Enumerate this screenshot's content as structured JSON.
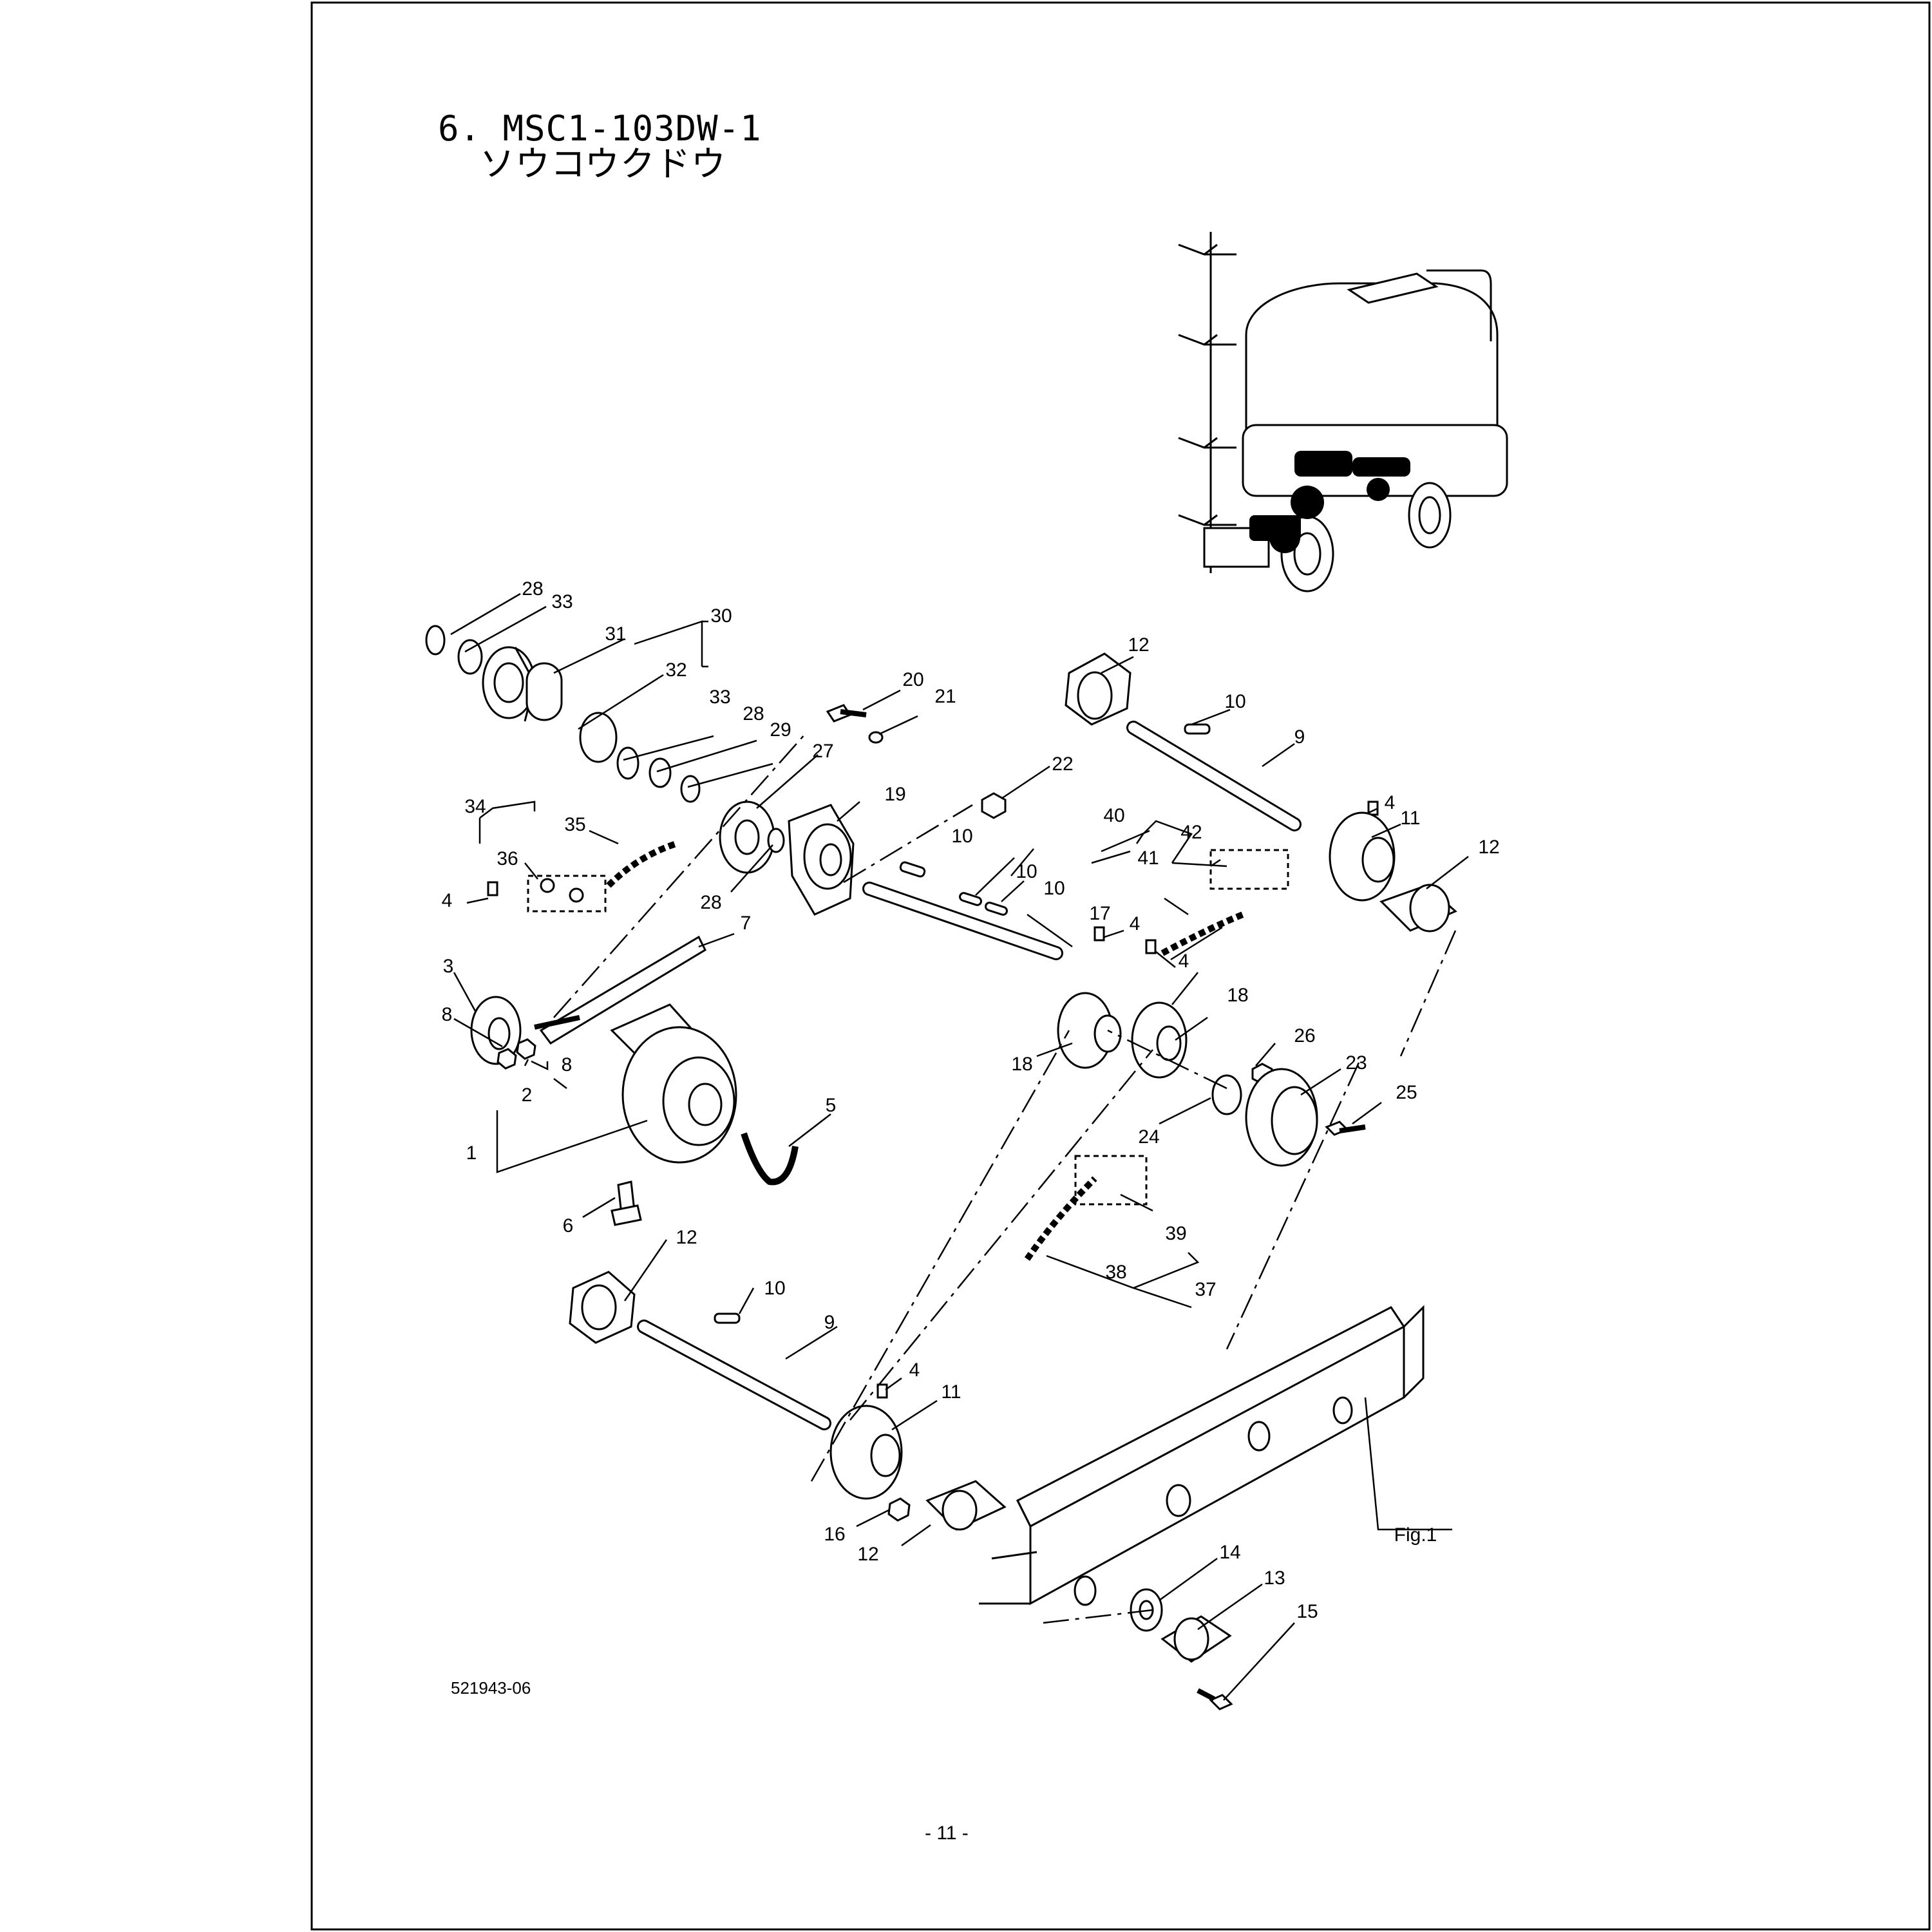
{
  "title": {
    "model": "6. MSC1-103DW-1",
    "subtitle": "ソウコウクドウ"
  },
  "doc_code": "521943-06",
  "page_number": "- 11 -",
  "figure_ref": "Fig.1",
  "callouts": {
    "c1": "1",
    "c2": "2",
    "c3": "3",
    "c4a": "4",
    "c4b": "4",
    "c4c": "4",
    "c4d": "4",
    "c4e": "4",
    "c5": "5",
    "c6": "6",
    "c7": "7",
    "c8a": "8",
    "c8b": "8",
    "c9a": "9",
    "c9b": "9",
    "c10a": "10",
    "c10b": "10",
    "c10c": "10",
    "c10d": "10",
    "c10e": "10",
    "c11a": "11",
    "c11b": "11",
    "c12a": "12",
    "c12b": "12",
    "c12c": "12",
    "c12d": "12",
    "c13": "13",
    "c14": "14",
    "c15": "15",
    "c16": "16",
    "c17": "17",
    "c18a": "18",
    "c18b": "18",
    "c19": "19",
    "c20": "20",
    "c21": "21",
    "c22": "22",
    "c23": "23",
    "c24": "24",
    "c25": "25",
    "c26": "26",
    "c27": "27",
    "c28a": "28",
    "c28b": "28",
    "c28c": "28",
    "c29": "29",
    "c30": "30",
    "c31": "31",
    "c32": "32",
    "c33a": "33",
    "c33b": "33",
    "c34": "34",
    "c35": "35",
    "c36": "36",
    "c37": "37",
    "c38": "38",
    "c39": "39",
    "c40": "40",
    "c41": "41",
    "c42": "42"
  }
}
